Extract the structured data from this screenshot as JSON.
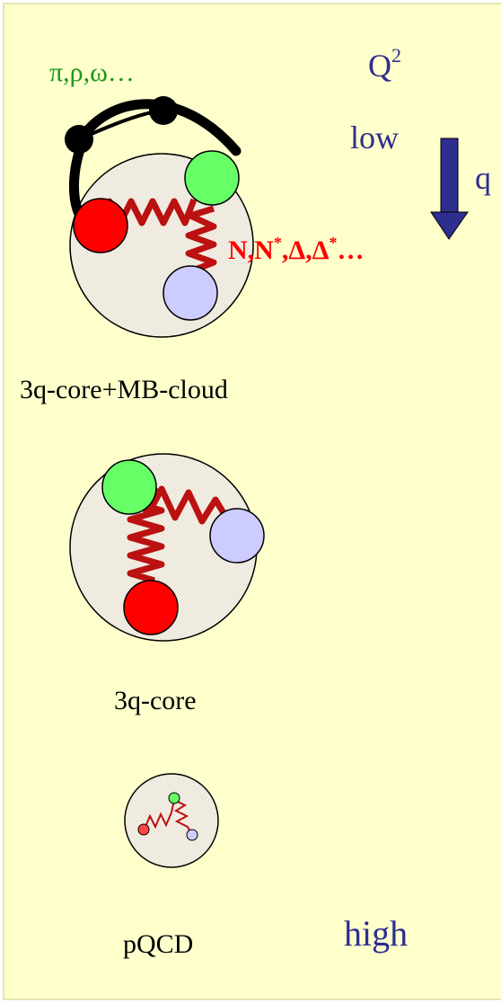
{
  "colors": {
    "background": "#ffffcc",
    "border": "#e6e6b4",
    "meson_label": "#1a9a1a",
    "resonance_label": "#ff0000",
    "axis": "#2e2e8f",
    "gluon": "#bb1111",
    "quark_red": "#ff0000",
    "quark_green": "#66ff66",
    "quark_blue": "#ccccff"
  },
  "labels": {
    "mesons": "π,ρ,ω…",
    "q2": "Q",
    "q2_exp": "2",
    "low": "low",
    "q_partial": "q",
    "resonances": {
      "N": "N,N",
      "star1": "*",
      "delta": ",Δ,Δ",
      "star2": "*",
      "ellipsis": "…"
    },
    "core_cloud": "3q-core+MB-cloud",
    "core": "3q-core",
    "pqcd": "pQCD",
    "high": "high"
  }
}
